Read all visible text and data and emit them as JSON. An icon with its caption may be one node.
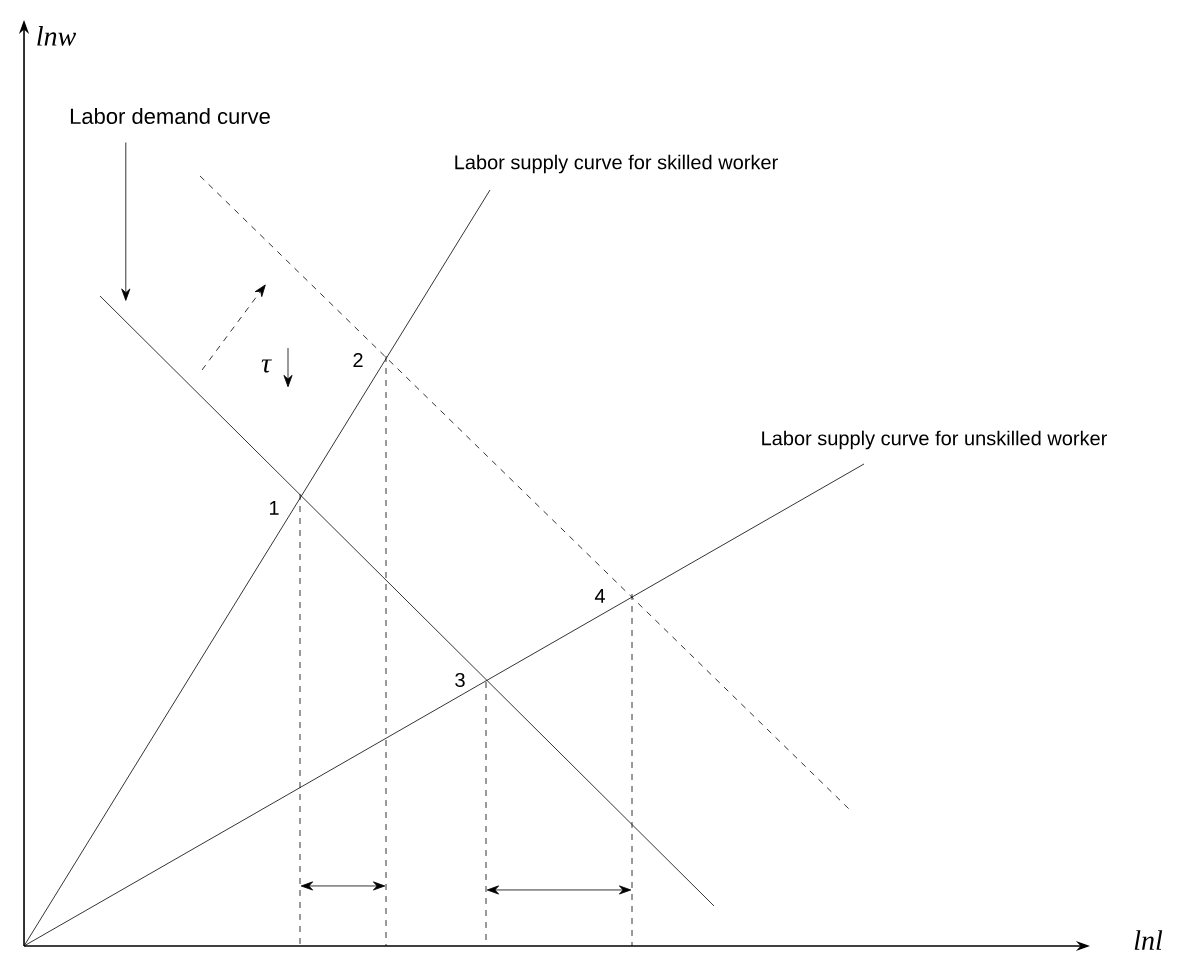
{
  "diagram": {
    "nodes": [
      {
        "text": [
          "Labor demand curve"
        ]
      },
      {
        "text": [],
        "shape": "line"
      }
    ],
    "edges": [
      {
        "from": 0,
        "to": 1,
        "arrow": "to"
      }
    ],
    "labels": [
      "lnw",
      "Labor supply curve for skilled worker",
      "τ",
      "2",
      "Labor supply curve for unskilled worker",
      "1",
      "4",
      "3",
      "lnl"
    ]
  }
}
